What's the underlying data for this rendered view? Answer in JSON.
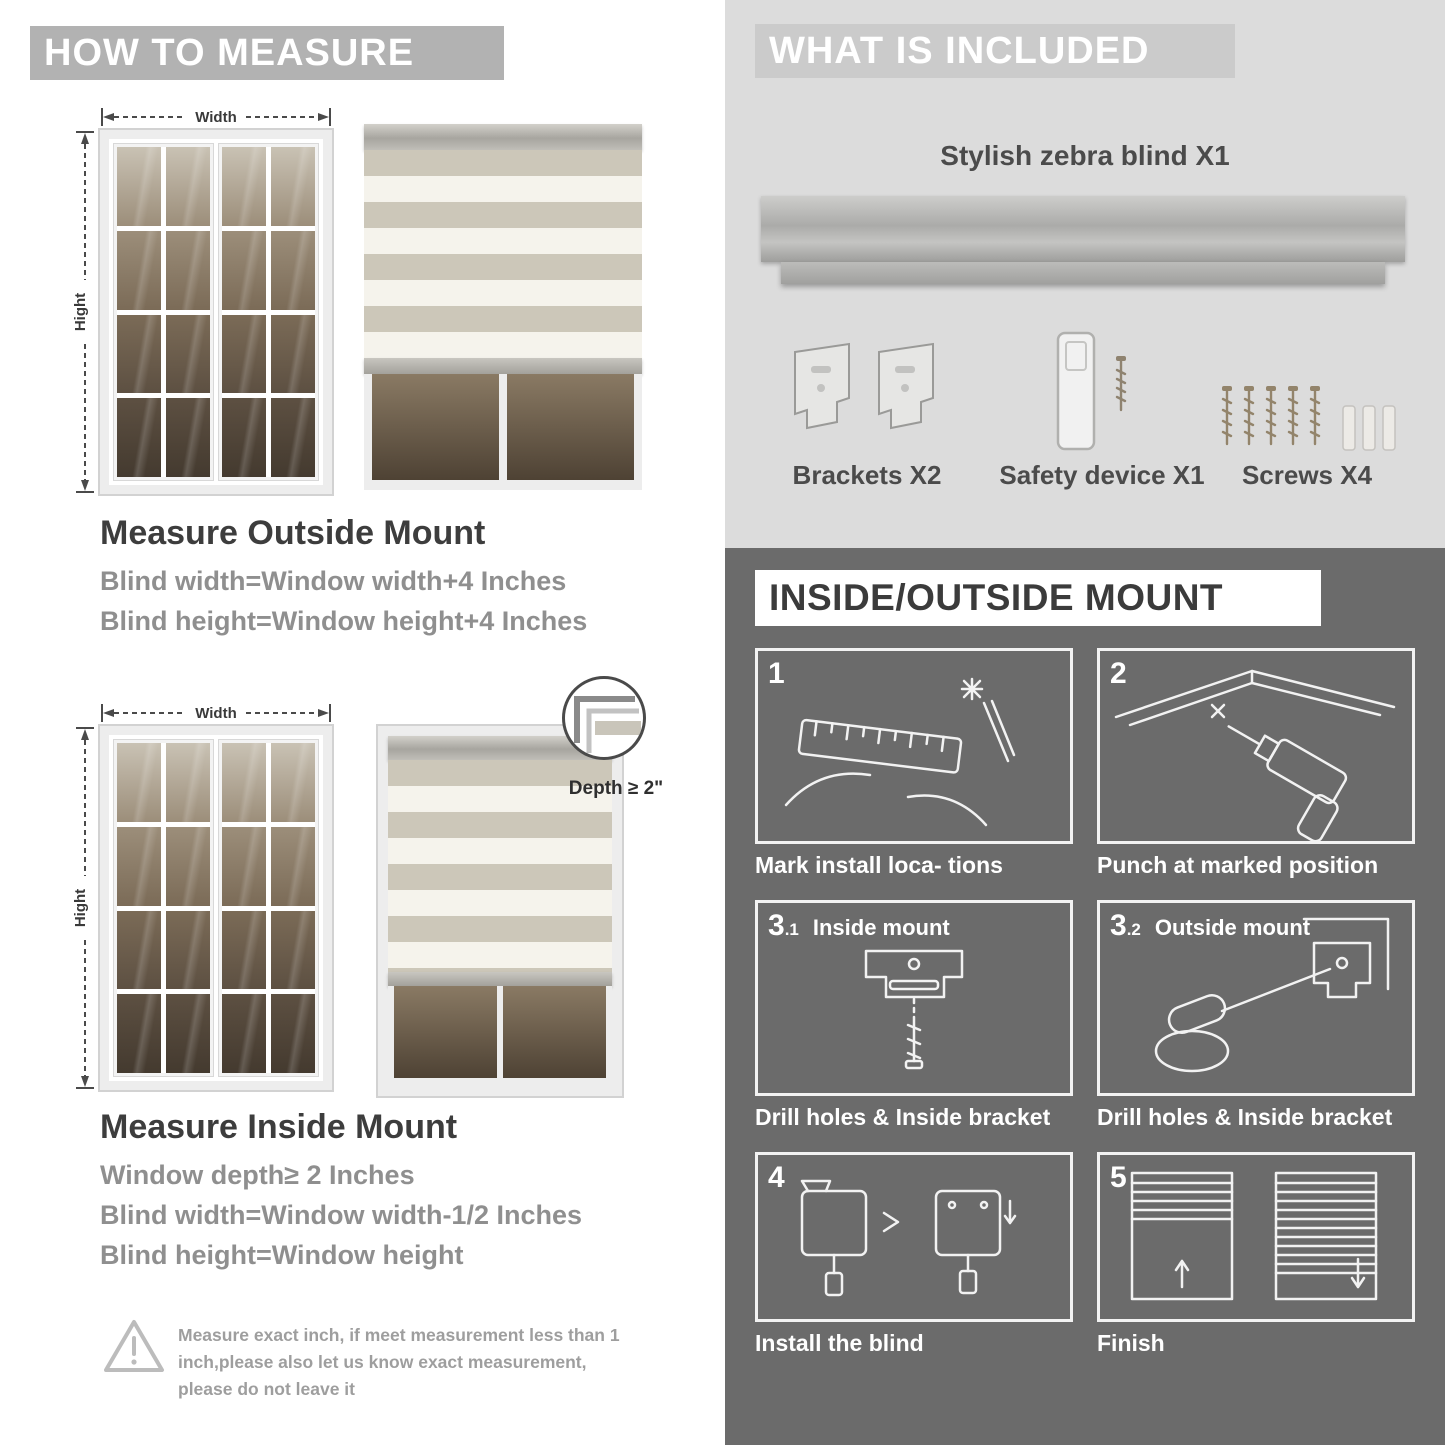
{
  "colors": {
    "banner_gray": "#b2b2b2",
    "included_bg": "#dcdcdc",
    "mount_bg": "#6b6b6b",
    "heading": "#3d3d3d",
    "formula": "#8f8f8f"
  },
  "measure": {
    "header": "HOW TO MEASURE",
    "width_label": "Width",
    "height_label": "Hight",
    "outside": {
      "title": "Measure Outside Mount",
      "lines": [
        "Blind width=Window width+4 Inches",
        "Blind height=Window height+4 Inches"
      ]
    },
    "inside": {
      "depth_callout": "Depth ≥ 2\"",
      "title": "Measure Inside Mount",
      "lines": [
        "Window depth≥ 2 Inches",
        "Blind width=Window width-1/2 Inches",
        "Blind height=Window height"
      ]
    },
    "warning": "Measure exact inch, if meet measurement less than 1 inch,please also let us know exact measurement, please do not leave it"
  },
  "included": {
    "header": "WHAT IS INCLUDED",
    "blind_label": "Stylish zebra blind X1",
    "items": [
      {
        "label": "Brackets X2"
      },
      {
        "label": "Safety device X1"
      },
      {
        "label": "Screws X4"
      }
    ]
  },
  "mount": {
    "header": "INSIDE/OUTSIDE MOUNT",
    "steps": [
      {
        "num": "1",
        "sub": "",
        "title": "",
        "caption": "Mark install loca- tions"
      },
      {
        "num": "2",
        "sub": "",
        "title": "",
        "caption": "Punch at  marked position"
      },
      {
        "num": "3",
        "sub": ".1",
        "title": "Inside mount",
        "caption": "Drill holes &  Inside bracket"
      },
      {
        "num": "3",
        "sub": ".2",
        "title": "Outside mount",
        "caption": "Drill holes &  Inside bracket"
      },
      {
        "num": "4",
        "sub": "",
        "title": "",
        "caption": "Install the blind"
      },
      {
        "num": "5",
        "sub": "",
        "title": "",
        "caption": "Finish"
      }
    ]
  }
}
